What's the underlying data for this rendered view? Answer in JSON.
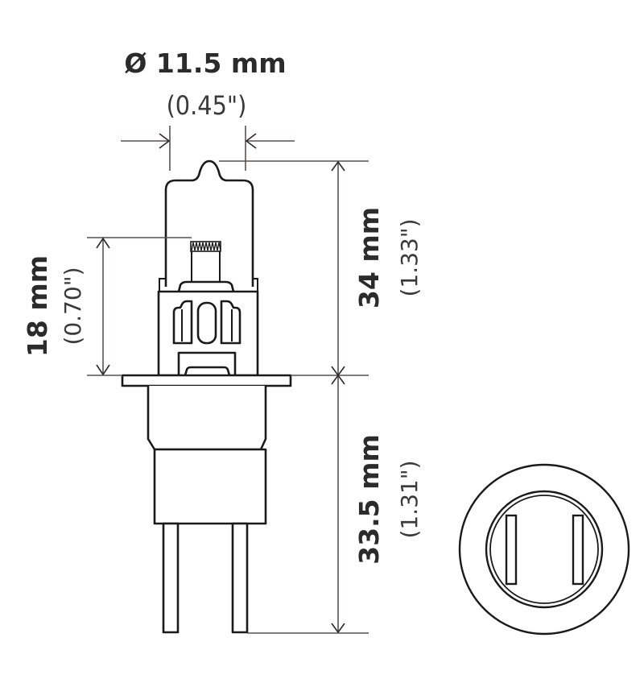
{
  "diagram": {
    "subject": "Halogen bulb dimension drawing (side view and base end view)",
    "colors": {
      "line": "#1a1a1a",
      "dimension_line": "#5a5151",
      "text": "#2b2b2b",
      "background": "#ffffff"
    },
    "dimensions": {
      "diameter": {
        "metric": "Ø 11.5 mm",
        "imperial": "(0.45\")"
      },
      "light_center": {
        "metric": "18 mm",
        "imperial": "(0.70\")"
      },
      "upper_height": {
        "metric": "34 mm",
        "imperial": "(1.33\")"
      },
      "lower_height": {
        "metric": "33.5 mm",
        "imperial": "(1.31\")"
      }
    },
    "views": [
      "side-view",
      "base-end-view"
    ]
  }
}
